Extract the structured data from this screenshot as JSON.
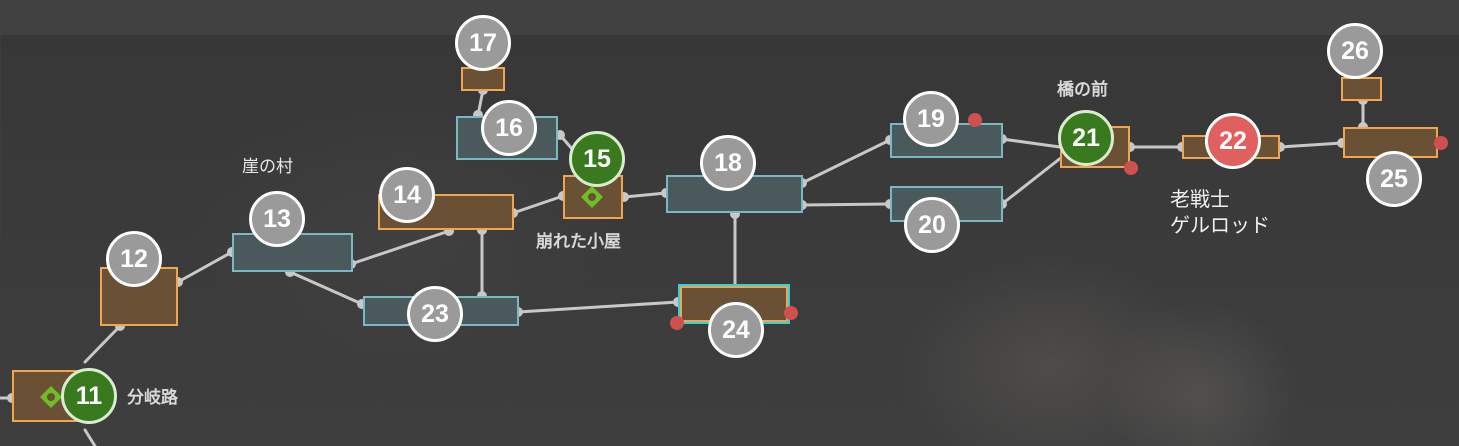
{
  "map": {
    "colors": {
      "room_brown_fill": "#6a5135",
      "room_brown_border": "#f0a550",
      "room_teal_fill": "#4a5a5c",
      "room_teal_border": "#7ab8c2",
      "node_gray": "#9a9a9a",
      "node_green": "#3a7a1e",
      "node_red": "#e06060",
      "selected_outline": "#2fd1e0",
      "link": "#c8c8c8",
      "red_marker": "#d05050",
      "save_icon": "#6cc024"
    },
    "nodes": [
      {
        "id": "11",
        "label": "11",
        "state": "visited"
      },
      {
        "id": "12",
        "label": "12",
        "state": "unvisited"
      },
      {
        "id": "13",
        "label": "13",
        "state": "unvisited"
      },
      {
        "id": "14",
        "label": "14",
        "state": "unvisited"
      },
      {
        "id": "15",
        "label": "15",
        "state": "visited"
      },
      {
        "id": "16",
        "label": "16",
        "state": "unvisited"
      },
      {
        "id": "17",
        "label": "17",
        "state": "unvisited"
      },
      {
        "id": "18",
        "label": "18",
        "state": "unvisited"
      },
      {
        "id": "19",
        "label": "19",
        "state": "unvisited"
      },
      {
        "id": "20",
        "label": "20",
        "state": "unvisited"
      },
      {
        "id": "21",
        "label": "21",
        "state": "visited"
      },
      {
        "id": "22",
        "label": "22",
        "state": "boss"
      },
      {
        "id": "23",
        "label": "23",
        "state": "unvisited"
      },
      {
        "id": "24",
        "label": "24",
        "state": "current"
      },
      {
        "id": "25",
        "label": "25",
        "state": "unvisited"
      },
      {
        "id": "26",
        "label": "26",
        "state": "unvisited"
      }
    ],
    "area_labels": {
      "bunkiro": "分岐路",
      "gake_no_mura": "崖の村",
      "kuzureta_koya": "崩れた小屋",
      "hashi_no_mae": "橋の前",
      "boss_line1": "老戦士",
      "boss_line2": "ゲルロッド"
    }
  }
}
